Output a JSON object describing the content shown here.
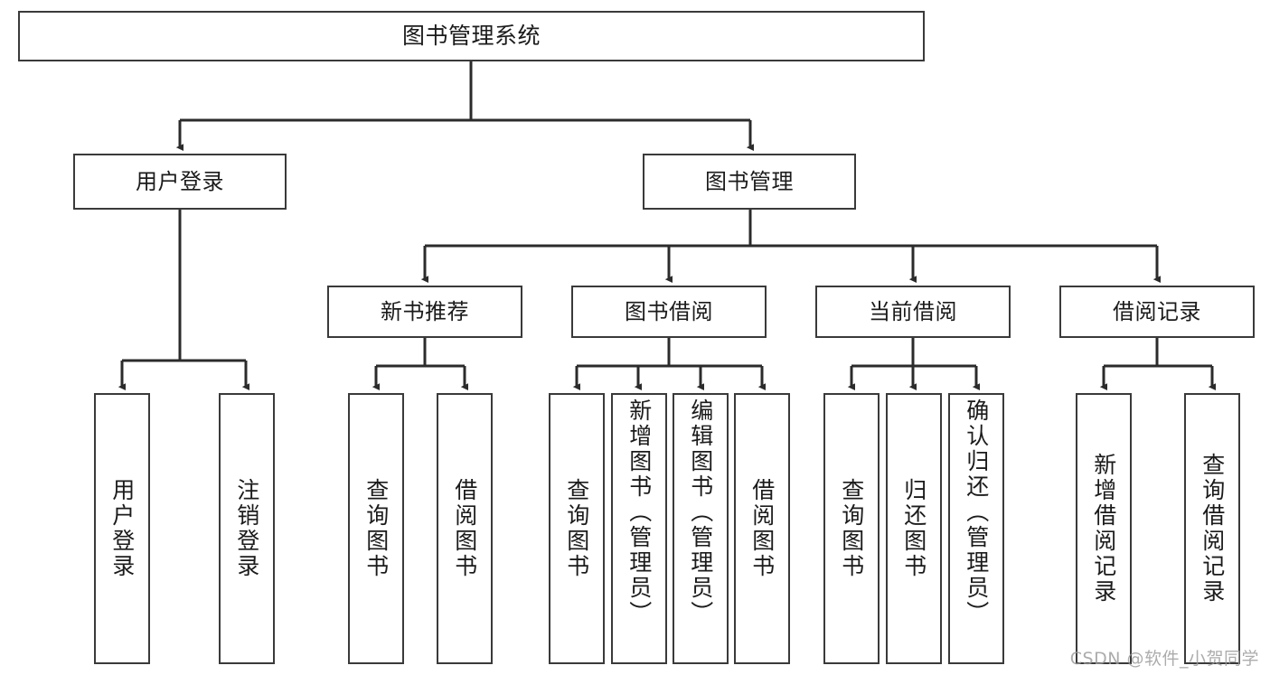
{
  "diagram": {
    "title": "图书管理系统",
    "watermark": "CSDN @软件_小贺同学",
    "colors": {
      "box_border": "#3a3a3a",
      "edge": "#2b2b2b",
      "background": "#ffffff",
      "text": "#1b1b1b",
      "watermark": "#9a9a9a"
    },
    "root": {
      "label": "图书管理系统"
    },
    "level2": [
      {
        "label": "用户登录"
      },
      {
        "label": "图书管理"
      }
    ],
    "level3": [
      {
        "label": "新书推荐"
      },
      {
        "label": "图书借阅"
      },
      {
        "label": "当前借阅"
      },
      {
        "label": "借阅记录"
      }
    ],
    "leaves": {
      "user_login": [
        {
          "label": "用户登录"
        },
        {
          "label": "注销登录"
        }
      ],
      "new_book_recommend": [
        {
          "label": "查询图书"
        },
        {
          "label": "借阅图书"
        }
      ],
      "book_borrow": [
        {
          "label": "查询图书"
        },
        {
          "label": "新增图书（管理员）"
        },
        {
          "label": "编辑图书（管理员）"
        },
        {
          "label": "借阅图书"
        }
      ],
      "current_borrow": [
        {
          "label": "查询图书"
        },
        {
          "label": "归还图书"
        },
        {
          "label": "确认归还（管理员）"
        }
      ],
      "borrow_records": [
        {
          "label": "新增借阅记录"
        },
        {
          "label": "查询借阅记录"
        }
      ]
    }
  }
}
